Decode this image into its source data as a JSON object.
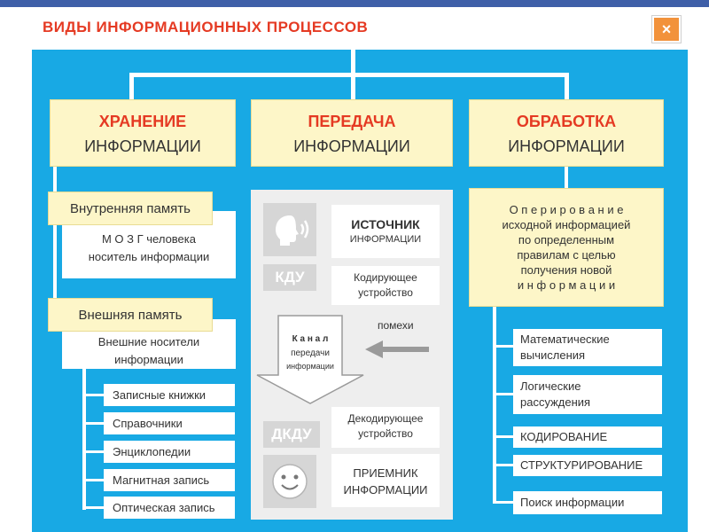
{
  "title": "ВИДЫ ИНФОРМАЦИОННЫХ ПРОЦЕССОВ",
  "close_label": "×",
  "categories": {
    "storage": {
      "head": "ХРАНЕНИЕ",
      "sub": "ИНФОРМАЦИИ"
    },
    "transfer": {
      "head": "ПЕРЕДАЧА",
      "sub": "ИНФОРМАЦИИ"
    },
    "processing": {
      "head": "ОБРАБОТКА",
      "sub": "ИНФОРМАЦИИ"
    }
  },
  "storage": {
    "internal_label": "Внутренняя память",
    "internal_desc_1": "М О З Г  человека",
    "internal_desc_2": "носитель информации",
    "external_label": "Внешняя память",
    "external_desc_1": "Внешние носители",
    "external_desc_2": "информации",
    "items": [
      "Записные книжки",
      "Справочники",
      "Энциклопедии",
      "Магнитная запись",
      "Оптическая запись"
    ]
  },
  "transfer": {
    "source_1": "ИСТОЧНИК",
    "source_2": "ИНФОРМАЦИИ",
    "kdu": "КДУ",
    "coder_1": "Кодирующее",
    "coder_2": "устройство",
    "noise": "помехи",
    "channel_1": "К а н а л",
    "channel_2": "передачи",
    "channel_3": "информации",
    "dkdu": "ДКДУ",
    "decoder_1": "Декодирующее",
    "decoder_2": "устройство",
    "receiver_1": "ПРИЕМНИК",
    "receiver_2": "ИНФОРМАЦИИ"
  },
  "processing": {
    "desc_1": "О п е р и р о в а н и е",
    "desc_2": "исходной  информацией",
    "desc_3": "по   определенным",
    "desc_4": "правилам    с    целью",
    "desc_5": "получения      новой",
    "desc_6": "и н ф о р м а ц и и",
    "item_1a": "Математические",
    "item_1b": "вычисления",
    "item_2a": "Логические",
    "item_2b": "рассуждения",
    "item_3": "КОДИРОВАНИЕ",
    "item_4": "СТРУКТУРИРОВАНИЕ",
    "item_5": "Поиск  информации"
  },
  "colors": {
    "frame_blue": "#18a9e4",
    "title_red": "#e53a23",
    "box_yellow": "#fdf6c8",
    "close_orange": "#f2923b"
  }
}
